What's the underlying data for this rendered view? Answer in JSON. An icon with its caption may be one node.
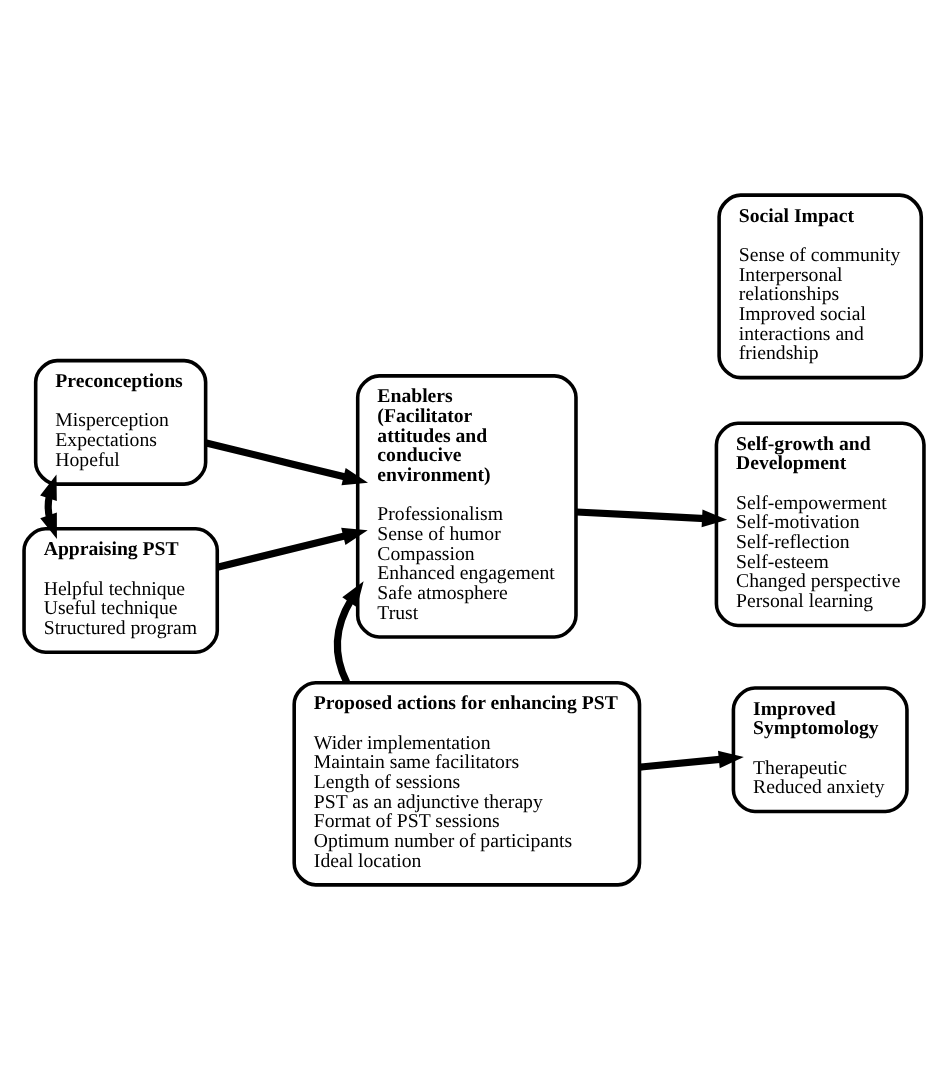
{
  "diagram": {
    "nodes": [
      {
        "text": [
          "Preconceptions",
          "Misperception",
          "Expectations",
          "Hopeful"
        ]
      },
      {
        "text": [
          "Appraising PST",
          "Helpful technique",
          "Useful technique",
          "Structured program"
        ]
      },
      {
        "text": [
          "Enablers (Facilitator attitudes and conducive environment)",
          "Professionalism",
          "Sense of humor",
          "Compassion",
          "Enhanced engagement",
          "Safe atmosphere",
          "Trust"
        ]
      },
      {
        "text": [
          "Social Impact",
          "Sense of community",
          "Interpersonal relationships",
          "Improved social interactions and friendship"
        ]
      },
      {
        "text": [
          "Self-growth and Development",
          "Self-empowerment",
          "Self-motivation",
          "Self-reflection",
          "Self-esteem",
          "Changed perspective",
          "Personal learning"
        ]
      },
      {
        "text": [
          "Improved Symptomology",
          "Therapeutic",
          "Reduced anxiety"
        ]
      },
      {
        "text": [
          "Proposed actions for enhancing PST",
          "Wider implementation",
          "Maintain same facilitators",
          "Length of sessions",
          "PST as an adjunctive therapy",
          "Format of PST sessions",
          "Optimum number of participants",
          "Ideal location"
        ]
      }
    ],
    "edges": [
      {
        "from": 0,
        "to": 1,
        "arrow": "both"
      },
      {
        "from": 0,
        "to": 2,
        "arrow": "to"
      },
      {
        "from": 1,
        "to": 2,
        "arrow": "to"
      },
      {
        "from": 2,
        "to": 4,
        "arrow": "to"
      },
      {
        "from": 6,
        "to": 2,
        "arrow": "to"
      },
      {
        "from": 6,
        "to": 5,
        "arrow": "to"
      }
    ]
  }
}
